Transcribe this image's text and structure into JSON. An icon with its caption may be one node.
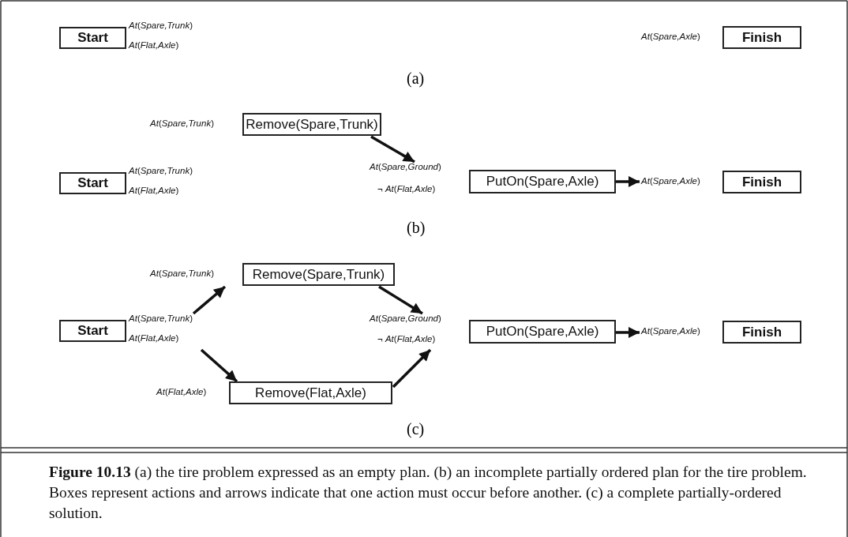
{
  "diagram": {
    "caption": "**Figure 10.13**   (a) the tire problem expressed as an empty plan. (b) an incomplete partially ordered plan for the tire problem. Boxes represent actions and arrows indicate that one action must occur before another. (c) a complete partially-ordered solution.",
    "nodes": [
      {
        "text": [
          "Start"
        ],
        "beside": [
          "*At*(*Spare,Trunk*)",
          "*At*(*Flat,Axle*)"
        ]
      },
      {
        "text": [
          "Finish"
        ],
        "beside": [
          "*At*(*Spare,Axle*)"
        ]
      },
      {
        "text": [
          "Remove(Spare,Trunk)"
        ],
        "beside": [
          "*At*(*Spare,Trunk*)"
        ]
      },
      {
        "text": [
          "Start"
        ],
        "beside": [
          "*At*(*Spare,Trunk*)",
          "*At*(*Flat,Axle*)"
        ]
      },
      {
        "text": [
          "PutOn(Spare,Axle)"
        ],
        "beside": [
          "*At*(*Spare,Ground*)",
          "¬ *At*(*Flat,Axle*)"
        ]
      },
      {
        "text": [
          "Finish"
        ],
        "beside": [
          "*At*(*Spare,Axle*)"
        ]
      },
      {
        "text": [
          "Remove(Spare,Trunk)"
        ],
        "beside": [
          "*At*(*Spare,Trunk*)"
        ]
      },
      {
        "text": [
          "Start"
        ],
        "beside": [
          "*At*(*Spare,Trunk*)",
          "*At*(*Flat,Axle*)"
        ]
      },
      {
        "text": [
          "PutOn(Spare,Axle)"
        ],
        "beside": [
          "*At*(*Spare,Ground*)",
          "¬ *At*(*Flat,Axle*)"
        ]
      },
      {
        "text": [
          "Finish"
        ],
        "beside": [
          "*At*(*Spare,Axle*)"
        ]
      },
      {
        "text": [
          "Remove(Flat,Axle)"
        ],
        "beside": [
          "*At*(*Flat,Axle*)"
        ]
      }
    ],
    "edges": [
      {
        "from": 2,
        "to": 4,
        "arrow": "to"
      },
      {
        "from": 4,
        "to": 5,
        "arrow": "to"
      },
      {
        "from": 7,
        "to": 6,
        "arrow": "to"
      },
      {
        "from": 7,
        "to": 10,
        "arrow": "to"
      },
      {
        "from": 6,
        "to": 8,
        "arrow": "to"
      },
      {
        "from": 10,
        "to": 8,
        "arrow": "to"
      },
      {
        "from": 8,
        "to": 9,
        "arrow": "to"
      }
    ],
    "labels": [
      "(a)",
      "(b)",
      "(c)"
    ]
  }
}
